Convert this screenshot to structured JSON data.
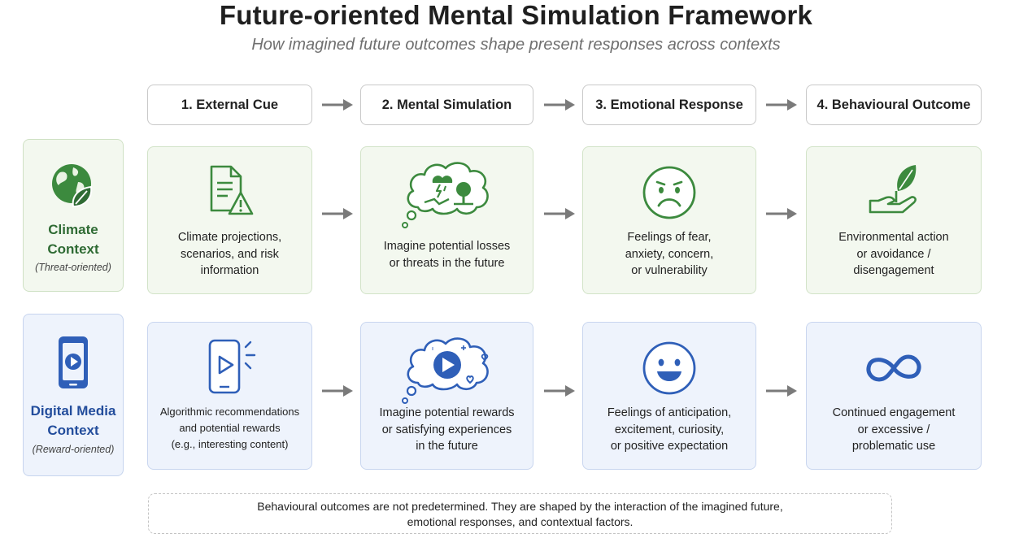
{
  "header": {
    "title": "Future-oriented Mental Simulation Framework",
    "subtitle": "How imagined future outcomes shape present responses across contexts"
  },
  "steps": [
    {
      "label": "1. External Cue"
    },
    {
      "label": "2. Mental Simulation"
    },
    {
      "label": "3. Emotional Response"
    },
    {
      "label": "4. Behavioural Outcome"
    }
  ],
  "colors": {
    "green_accent": "#3c8a3e",
    "blue_accent": "#2f5fb8",
    "arrow": "#7a7a7a"
  },
  "contexts": [
    {
      "name_line1": "Climate",
      "name_line2": "Context",
      "qualifier": "(Threat-oriented)",
      "icon": "globe-leaf-icon",
      "cards": [
        {
          "icon": "document-warning-icon",
          "lines": [
            "Climate projections,",
            "scenarios, and risk",
            "information"
          ]
        },
        {
          "icon": "thought-bubble-storm-icon",
          "lines": [
            "Imagine potential losses",
            "or threats in the future"
          ]
        },
        {
          "icon": "sad-face-icon",
          "lines": [
            "Feelings of fear,",
            "anxiety, concern,",
            "or vulnerability"
          ]
        },
        {
          "icon": "hand-leaf-icon",
          "lines": [
            "Environmental action",
            "or avoidance /",
            "disengagement"
          ]
        }
      ]
    },
    {
      "name_line1": "Digital Media",
      "name_line2": "Context",
      "qualifier": "(Reward-oriented)",
      "icon": "smartphone-play-icon",
      "cards": [
        {
          "icon": "phone-play-notification-icon",
          "lines": [
            "Algorithmic recommendations",
            "and potential rewards",
            "(e.g., interesting content)"
          ]
        },
        {
          "icon": "thought-bubble-play-icon",
          "lines": [
            "Imagine potential rewards",
            "or satisfying experiences",
            "in the future"
          ]
        },
        {
          "icon": "happy-face-icon",
          "lines": [
            "Feelings of anticipation,",
            "excitement, curiosity,",
            "or positive expectation"
          ]
        },
        {
          "icon": "infinity-icon",
          "lines": [
            "Continued engagement",
            "or excessive /",
            "problematic use"
          ]
        }
      ]
    }
  ],
  "note": {
    "line1": "Behavioural outcomes are not predetermined.  They are shaped by the interaction of the imagined future,",
    "line2": "emotional responses, and contextual factors."
  }
}
